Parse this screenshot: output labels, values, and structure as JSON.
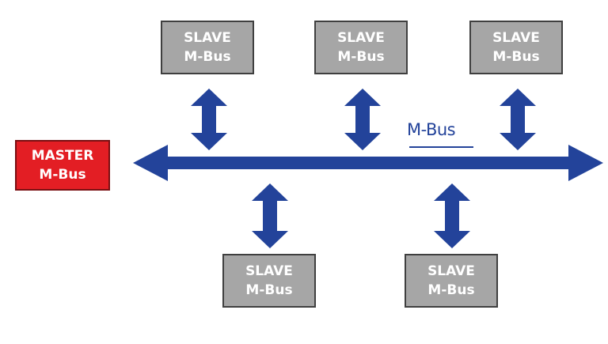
{
  "colors": {
    "bus": "#23439a",
    "slave_fill": "#a6a6a6",
    "master_fill": "#e31e24",
    "text": "#ffffff"
  },
  "master": {
    "line1": "MASTER",
    "line2": "M-Bus"
  },
  "slaves": [
    {
      "line1": "SLAVE",
      "line2": "M-Bus"
    },
    {
      "line1": "SLAVE",
      "line2": "M-Bus"
    },
    {
      "line1": "SLAVE",
      "line2": "M-Bus"
    },
    {
      "line1": "SLAVE",
      "line2": "M-Bus"
    },
    {
      "line1": "SLAVE",
      "line2": "M-Bus"
    }
  ],
  "bus_label": "M-Bus"
}
